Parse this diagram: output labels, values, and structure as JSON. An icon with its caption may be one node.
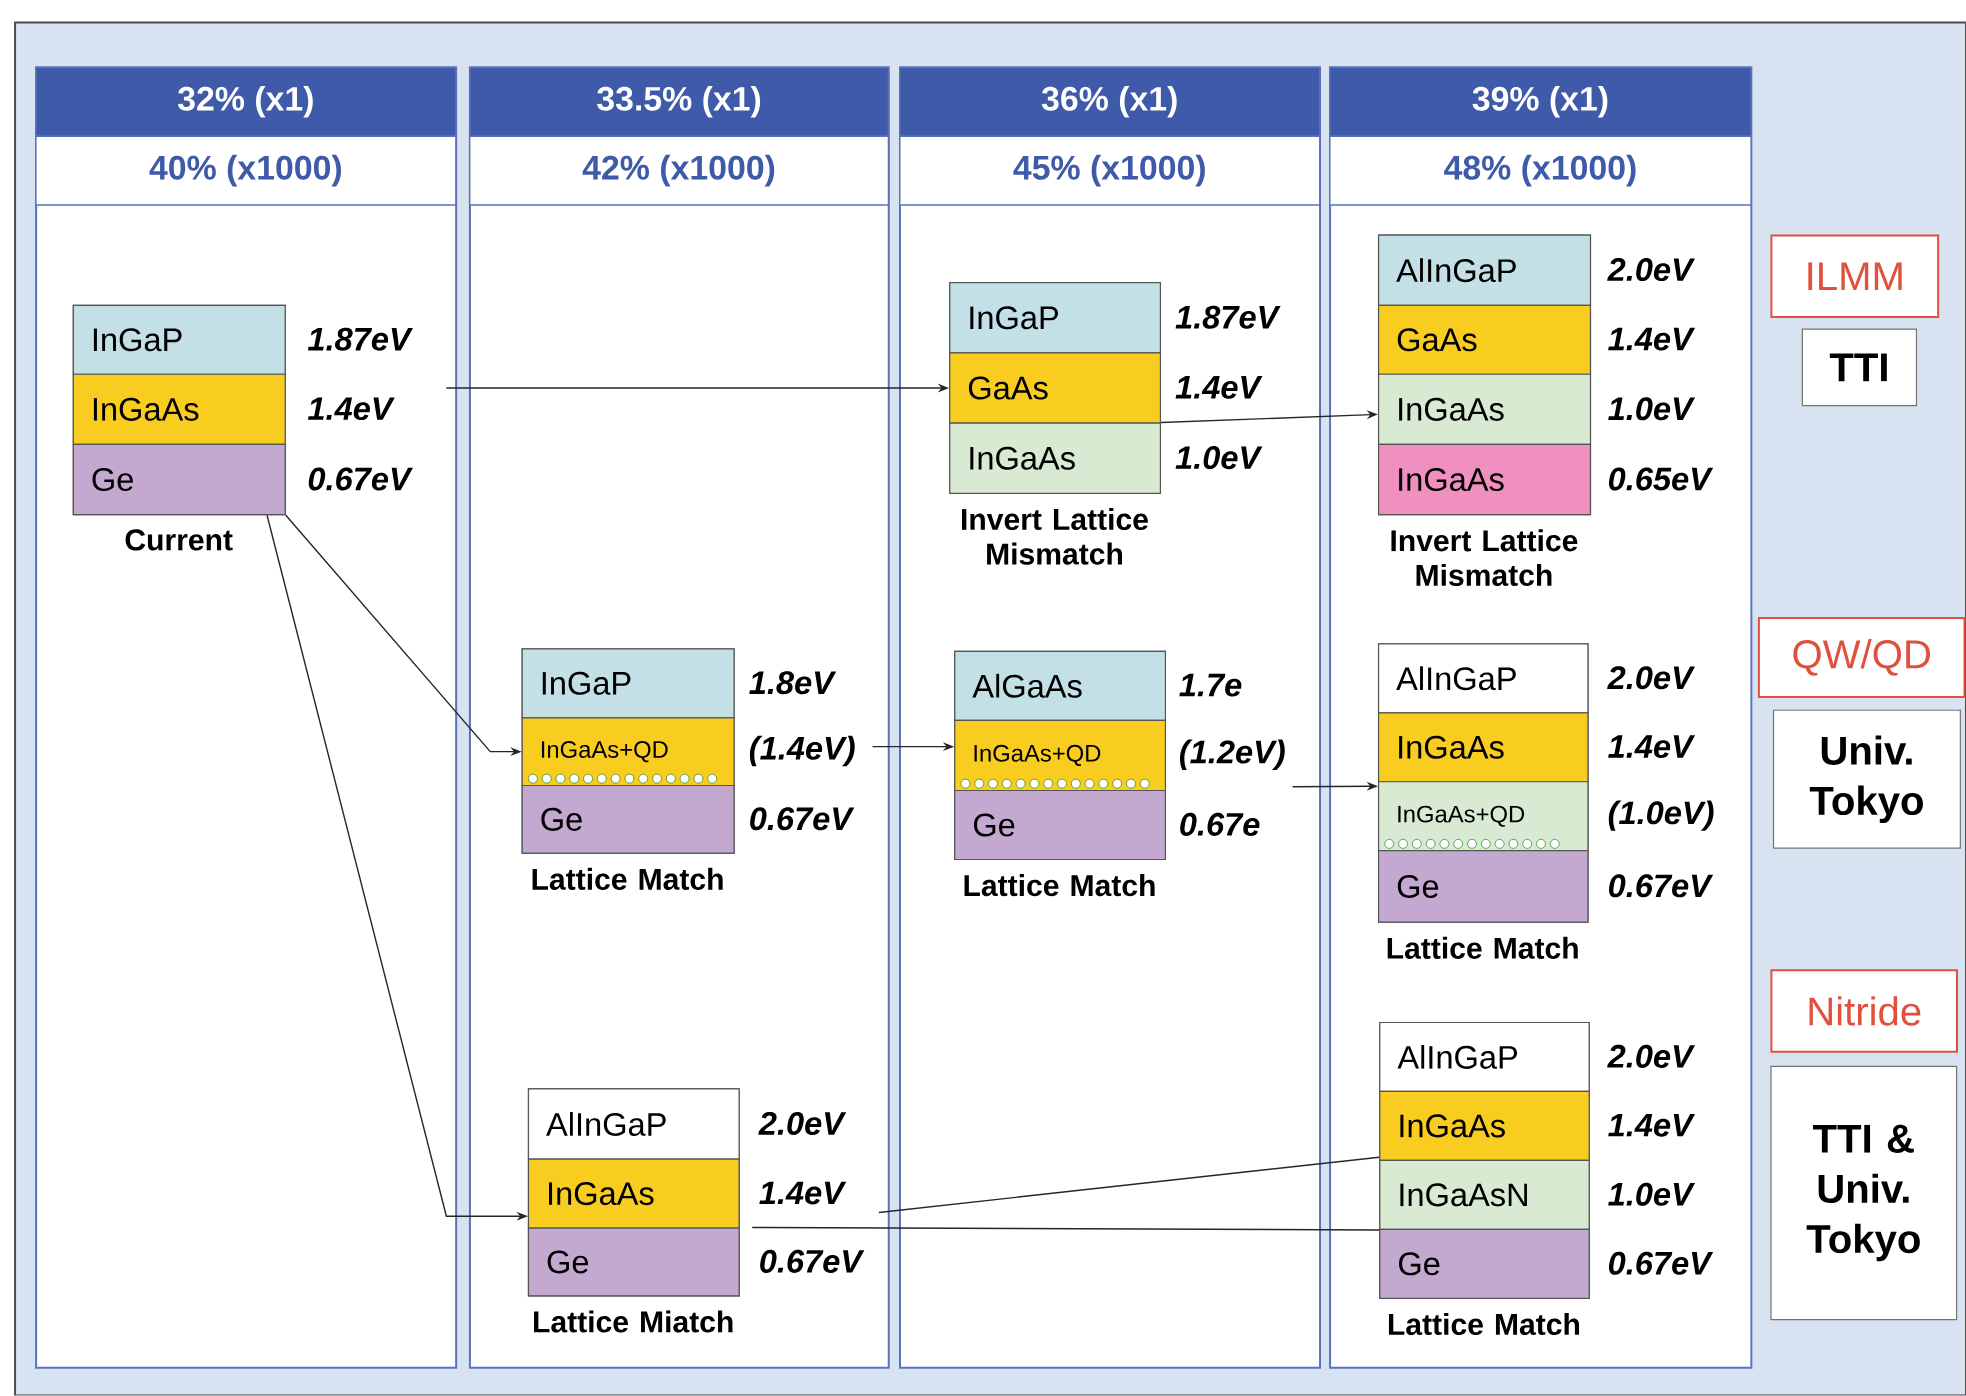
{
  "diagram": {
    "nodes": [
      {
        "text": [
          "32% (x1)",
          "40% (x1000)"
        ]
      },
      {
        "text": [
          "Current"
        ],
        "in": 0
      },
      {
        "text": [
          "InGaP"
        ],
        "in": 1,
        "beside": [
          "1.87eV"
        ]
      },
      {
        "text": [
          "InGaAs"
        ],
        "in": 1,
        "beside": [
          "1.4eV"
        ]
      },
      {
        "text": [
          "Ge"
        ],
        "in": 1,
        "beside": [
          "0.67eV"
        ]
      },
      {
        "text": [
          "33.5% (x1)",
          "42% (x1000)"
        ]
      },
      {
        "text": [
          "Lattice Match"
        ],
        "in": 5
      },
      {
        "text": [
          "InGaP"
        ],
        "in": 6,
        "beside": [
          "1.8eV"
        ]
      },
      {
        "text": [
          "InGaAs+QD"
        ],
        "in": 6,
        "beside": [
          "(1.4eV)"
        ]
      },
      {
        "text": [
          "Ge"
        ],
        "in": 6,
        "beside": [
          "0.67eV"
        ]
      },
      {
        "text": [
          "Lattice Miatch"
        ],
        "in": 5
      },
      {
        "text": [
          "AlInGaP"
        ],
        "in": 10,
        "beside": [
          "2.0eV"
        ]
      },
      {
        "text": [
          "InGaAs"
        ],
        "in": 10,
        "beside": [
          "1.4eV"
        ]
      },
      {
        "text": [
          "Ge"
        ],
        "in": 10,
        "beside": [
          "0.67eV"
        ]
      },
      {
        "text": [
          "36% (x1)",
          "45% (x1000)"
        ]
      },
      {
        "text": [
          "Invert Lattice Mismatch"
        ],
        "in": 14
      },
      {
        "text": [
          "InGaP"
        ],
        "in": 15,
        "beside": [
          "1.87eV"
        ]
      },
      {
        "text": [
          "GaAs"
        ],
        "in": 15,
        "beside": [
          "1.4eV"
        ]
      },
      {
        "text": [
          "InGaAs"
        ],
        "in": 15,
        "beside": [
          "1.0eV"
        ]
      },
      {
        "text": [
          "Lattice Match"
        ],
        "in": 14
      },
      {
        "text": [
          "AlGaAs"
        ],
        "in": 19,
        "beside": [
          "1.7e"
        ]
      },
      {
        "text": [
          "InGaAs+QD"
        ],
        "in": 19,
        "beside": [
          "(1.2eV)"
        ]
      },
      {
        "text": [
          "Ge"
        ],
        "in": 19,
        "beside": [
          "0.67e"
        ]
      },
      {
        "text": [
          "39% (x1)",
          "48% (x1000)"
        ]
      },
      {
        "text": [
          "Invert Lattice Mismatch"
        ],
        "in": 23
      },
      {
        "text": [
          "AlInGaP"
        ],
        "in": 24,
        "beside": [
          "2.0eV"
        ]
      },
      {
        "text": [
          "GaAs"
        ],
        "in": 24,
        "beside": [
          "1.4eV"
        ]
      },
      {
        "text": [
          "InGaAs"
        ],
        "in": 24,
        "beside": [
          "1.0eV"
        ]
      },
      {
        "text": [
          "InGaAs"
        ],
        "in": 24,
        "beside": [
          "0.65eV"
        ]
      },
      {
        "text": [
          "Lattice Match"
        ],
        "in": 23
      },
      {
        "text": [
          "AlInGaP"
        ],
        "in": 29,
        "beside": [
          "2.0eV"
        ]
      },
      {
        "text": [
          "InGaAs"
        ],
        "in": 29,
        "beside": [
          "1.4eV"
        ]
      },
      {
        "text": [
          "InGaAs+QD"
        ],
        "in": 29,
        "beside": [
          "(1.0eV)"
        ]
      },
      {
        "text": [
          "Ge"
        ],
        "in": 29,
        "beside": [
          "0.67eV"
        ]
      },
      {
        "text": [
          "Lattice Match"
        ],
        "in": 23
      },
      {
        "text": [
          "AlInGaP"
        ],
        "in": 34,
        "beside": [
          "2.0eV"
        ]
      },
      {
        "text": [
          "InGaAs"
        ],
        "in": 34,
        "beside": [
          "1.4eV"
        ]
      },
      {
        "text": [
          "InGaAsN"
        ],
        "in": 34,
        "beside": [
          "1.0eV"
        ]
      },
      {
        "text": [
          "Ge"
        ],
        "in": 34,
        "beside": [
          "0.67eV"
        ]
      },
      {
        "text": [
          "ILMM"
        ]
      },
      {
        "text": [
          "TTI"
        ]
      },
      {
        "text": [
          "QW/QD"
        ]
      },
      {
        "text": [
          "Univ. Tokyo"
        ]
      },
      {
        "text": [
          "Nitride"
        ]
      },
      {
        "text": [
          "TTI & Univ. Tokyo"
        ]
      }
    ],
    "edges": [
      {
        "from": 3,
        "to": 17,
        "arrow": "to"
      },
      {
        "from": 1,
        "to": 8,
        "arrow": "to"
      },
      {
        "from": 1,
        "to": 12,
        "arrow": "to"
      },
      {
        "from": 8,
        "to": 21,
        "arrow": "to"
      },
      {
        "from": 21,
        "to": 32,
        "arrow": "to"
      },
      {
        "from": 18,
        "to": 27,
        "arrow": "to"
      },
      {
        "from": 12,
        "to": 36,
        "arrow": "none"
      },
      {
        "from": 13,
        "to": 37,
        "arrow": "none"
      }
    ]
  }
}
